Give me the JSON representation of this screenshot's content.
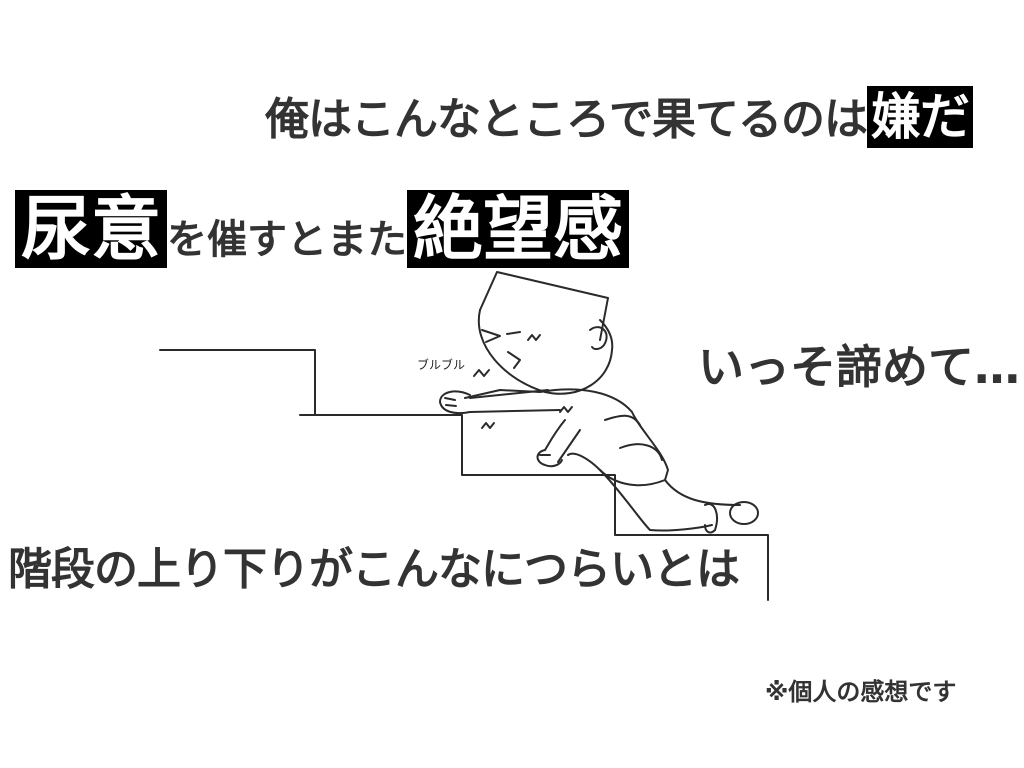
{
  "line1": {
    "text": "俺はこんなところで果てるのは",
    "highlight": "嫌だ"
  },
  "line2": {
    "highlight_1": "尿意",
    "text": "を催すとまた",
    "highlight_2": "絶望感"
  },
  "line3": {
    "text": "いっそ諦めて…"
  },
  "line4": {
    "text": "階段の上り下りがこんなにつらいとは"
  },
  "footnote": {
    "text": "※個人の感想です"
  },
  "sound_effect": {
    "text": "ブルブル"
  },
  "colors": {
    "text": "#333333",
    "highlight_bg": "#000000",
    "highlight_text": "#ffffff",
    "background": "#ffffff"
  }
}
